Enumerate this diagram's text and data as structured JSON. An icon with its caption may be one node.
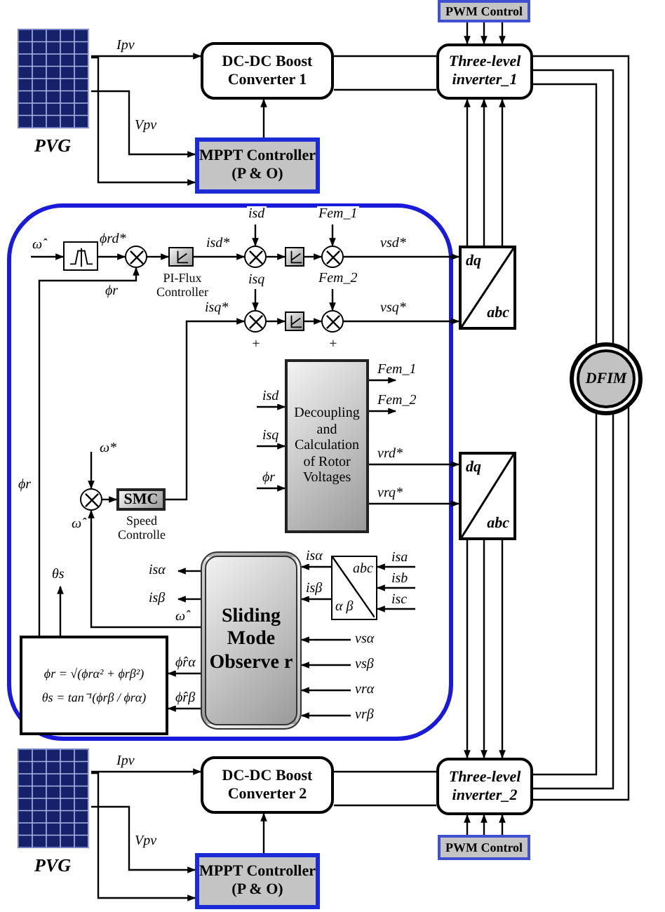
{
  "diagram": {
    "nodes": [
      {
        "text": [
          "PVG"
        ]
      },
      {
        "text": [
          "DC-DC Boost Converter 1"
        ]
      },
      {
        "text": [
          "MPPT Controller (P & O)"
        ]
      },
      {
        "text": [
          "PWM Control"
        ]
      },
      {
        "text": [
          "Three-level inverter_1"
        ]
      },
      {
        "text": [],
        "shape": "box"
      },
      {
        "text": [],
        "shape": "box",
        "in": 5
      },
      {
        "text": [],
        "shape": "circle",
        "in": 5
      },
      {
        "text": [],
        "shape": "box",
        "in": 5,
        "beside": [
          "PI-Flux Controller"
        ]
      },
      {
        "text": [],
        "shape": "circle",
        "in": 5
      },
      {
        "text": [],
        "shape": "box",
        "in": 5
      },
      {
        "text": [],
        "shape": "circle",
        "in": 5
      },
      {
        "text": [],
        "shape": "circle",
        "in": 5
      },
      {
        "text": [],
        "shape": "box",
        "in": 5
      },
      {
        "text": [],
        "shape": "circle",
        "in": 5
      },
      {
        "text": [
          "Decoupling and Calculation of Rotor Voltages"
        ],
        "in": 5
      },
      {
        "text": [],
        "shape": "circle",
        "in": 5
      },
      {
        "text": [
          "SMC"
        ],
        "in": 5,
        "beside": [
          "Speed Controlle"
        ]
      },
      {
        "text": [
          "Sliding Mode Observe r"
        ],
        "in": 5
      },
      {
        "text": [
          "abc",
          "α β"
        ],
        "in": 5
      },
      {
        "text": [
          "ϕr = √(ϕrα² + ϕrβ²)",
          "θs = tan⁻¹(ϕrβ / ϕrα)"
        ],
        "in": 5
      },
      {
        "text": [
          "dq",
          "abc"
        ]
      },
      {
        "text": [
          "dq",
          "abc"
        ]
      },
      {
        "text": [
          "DFIM"
        ]
      },
      {
        "text": [
          "PVG"
        ]
      },
      {
        "text": [
          "DC-DC Boost Converter 2"
        ]
      },
      {
        "text": [
          "MPPT Controller (P & O)"
        ]
      },
      {
        "text": [
          "Three-level inverter_2"
        ]
      },
      {
        "text": [
          "PWM Control"
        ]
      }
    ],
    "edges": [
      {
        "from": 0,
        "to": 1,
        "arrow": "to",
        "label": "Ipv"
      },
      {
        "from": 0,
        "to": 2,
        "arrow": "to",
        "label": "Vpv"
      },
      {
        "from": 0,
        "to": 2,
        "arrow": "to"
      },
      {
        "from": 2,
        "to": 1,
        "arrow": "to"
      },
      {
        "from": 1,
        "to": 4,
        "arrow": "none"
      },
      {
        "from": 3,
        "to": 4,
        "arrow": "to"
      },
      {
        "from": 21,
        "to": 4,
        "arrow": "to"
      },
      {
        "from": 4,
        "to": 23,
        "arrow": "none"
      },
      {
        "from": null,
        "to": 6,
        "arrow": "to",
        "label": "ω̂"
      },
      {
        "from": 6,
        "to": 7,
        "arrow": "to",
        "label": "ϕrd*"
      },
      {
        "from": 20,
        "to": 7,
        "arrow": "to",
        "label": "ϕr"
      },
      {
        "from": 7,
        "to": 8,
        "arrow": "to"
      },
      {
        "from": 8,
        "to": 9,
        "arrow": "to",
        "label": "isd*"
      },
      {
        "from": null,
        "to": 9,
        "arrow": "to",
        "label": "isd"
      },
      {
        "from": 9,
        "to": 10,
        "arrow": "to"
      },
      {
        "from": 10,
        "to": 11,
        "arrow": "to"
      },
      {
        "from": null,
        "to": 11,
        "arrow": "to",
        "label": "Fem_1"
      },
      {
        "from": 11,
        "to": 21,
        "arrow": "to",
        "label": "vsd*"
      },
      {
        "from": 17,
        "to": 12,
        "arrow": "to",
        "label": "isq*"
      },
      {
        "from": null,
        "to": 12,
        "arrow": "to",
        "label": "isq"
      },
      {
        "from": 12,
        "to": 13,
        "arrow": "to"
      },
      {
        "from": 13,
        "to": 14,
        "arrow": "to"
      },
      {
        "from": null,
        "to": 14,
        "arrow": "to",
        "label": "Fem_2"
      },
      {
        "from": 14,
        "to": 21,
        "arrow": "to",
        "label": "vsq*"
      },
      {
        "from": null,
        "to": 15,
        "arrow": "to",
        "label": "isd"
      },
      {
        "from": null,
        "to": 15,
        "arrow": "to",
        "label": "isq"
      },
      {
        "from": null,
        "to": 15,
        "arrow": "to",
        "label": "ϕr"
      },
      {
        "from": 15,
        "to": null,
        "arrow": "to",
        "label": "Fem_1"
      },
      {
        "from": 15,
        "to": null,
        "arrow": "to",
        "label": "Fem_2"
      },
      {
        "from": 15,
        "to": 22,
        "arrow": "to",
        "label": "vrd*"
      },
      {
        "from": 15,
        "to": 22,
        "arrow": "to",
        "label": "vrq*"
      },
      {
        "from": null,
        "to": 16,
        "arrow": "to",
        "label": "ω*"
      },
      {
        "from": 18,
        "to": 16,
        "arrow": "to",
        "label": "ω̂"
      },
      {
        "from": 16,
        "to": 17,
        "arrow": "to"
      },
      {
        "from": 19,
        "to": 18,
        "arrow": "to",
        "label": "isα"
      },
      {
        "from": 19,
        "to": 18,
        "arrow": "to",
        "label": "isβ"
      },
      {
        "from": null,
        "to": 19,
        "arrow": "to",
        "label": "isa"
      },
      {
        "from": null,
        "to": 19,
        "arrow": "to",
        "label": "isb"
      },
      {
        "from": null,
        "to": 19,
        "arrow": "to",
        "label": "isc"
      },
      {
        "from": null,
        "to": 18,
        "arrow": "to",
        "label": "vsα"
      },
      {
        "from": null,
        "to": 18,
        "arrow": "to",
        "label": "vsβ"
      },
      {
        "from": null,
        "to": 18,
        "arrow": "to",
        "label": "vrα"
      },
      {
        "from": null,
        "to": 18,
        "arrow": "to",
        "label": "vrβ"
      },
      {
        "from": 18,
        "to": null,
        "arrow": "to",
        "label": "isα"
      },
      {
        "from": 18,
        "to": null,
        "arrow": "to",
        "label": "isβ"
      },
      {
        "from": 18,
        "to": 20,
        "arrow": "to",
        "label": "ϕ̂rα"
      },
      {
        "from": 18,
        "to": 20,
        "arrow": "to",
        "label": "ϕ̂rβ"
      },
      {
        "from": 20,
        "to": null,
        "arrow": "to",
        "label": "θs"
      },
      {
        "from": 22,
        "to": 27,
        "arrow": "to"
      },
      {
        "from": 27,
        "to": 23,
        "arrow": "none"
      },
      {
        "from": 28,
        "to": 27,
        "arrow": "to"
      },
      {
        "from": 24,
        "to": 25,
        "arrow": "to",
        "label": "Ipv"
      },
      {
        "from": 24,
        "to": 26,
        "arrow": "to",
        "label": "Vpv"
      },
      {
        "from": 24,
        "to": 26,
        "arrow": "to"
      },
      {
        "from": 26,
        "to": 25,
        "arrow": "to"
      },
      {
        "from": 25,
        "to": 27,
        "arrow": "none"
      }
    ],
    "labels": [
      "+",
      "+",
      "ϕr",
      "ω̂"
    ]
  }
}
